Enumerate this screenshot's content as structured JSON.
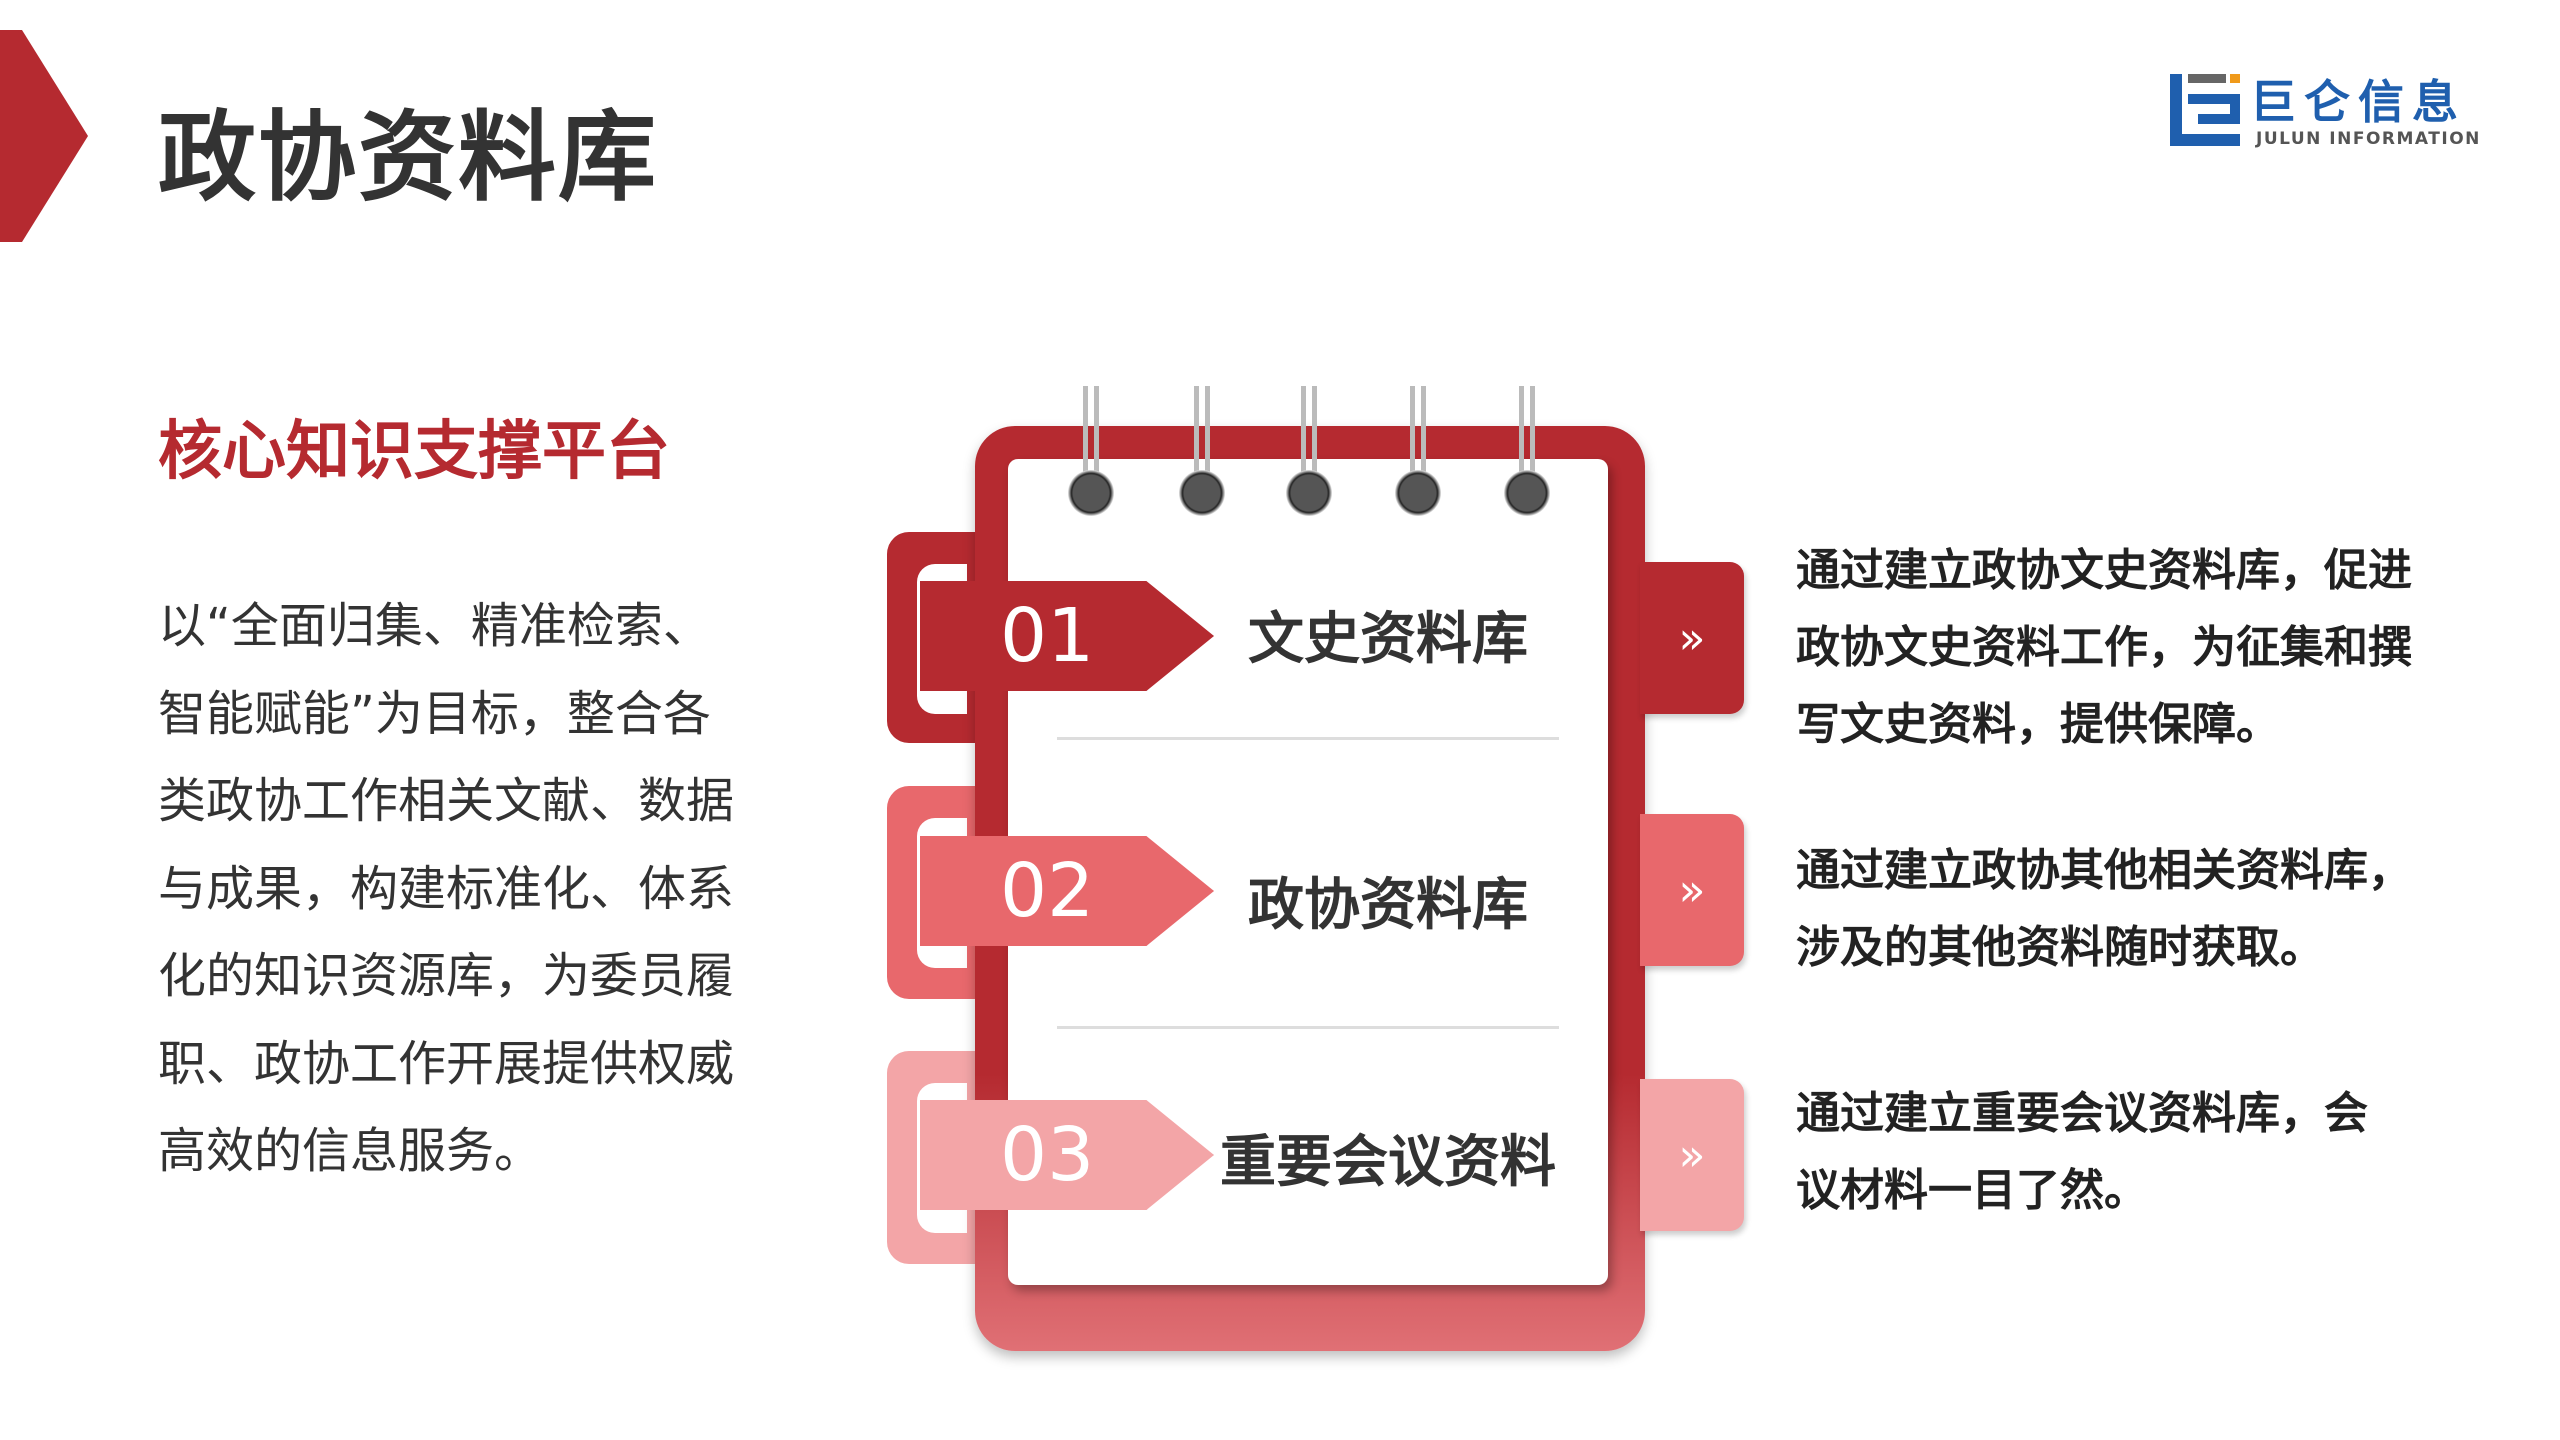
{
  "header": {
    "title": "政协资料库",
    "logo_cn": "巨仑信息",
    "logo_en": "JULUN INFORMATION"
  },
  "left": {
    "subtitle": "核心知识支撑平台",
    "body": "以“全面归集、精准检索、智能赋能”为目标，整合各类政协工作相关文献、数据与成果，构建标准化、体系化的知识资源库，为委员履职、政协工作开展提供权威高效的信息服务。"
  },
  "items": [
    {
      "num": "01",
      "title": "文史资料库",
      "desc": "通过建立政协文史资料库，促进政协文史资料工作，为征集和撰写文史资料，提供保障。",
      "color": "#b52a30"
    },
    {
      "num": "02",
      "title": "政协资料库",
      "desc": "通过建立政协其他相关资料库，涉及的其他资料随时获取。",
      "color": "#e8686c"
    },
    {
      "num": "03",
      "title": "重要会议资料",
      "desc": "通过建立重要会议资料库，会议材料一目了然。",
      "color": "#f3a5a7"
    }
  ],
  "arrow_glyph": "»"
}
